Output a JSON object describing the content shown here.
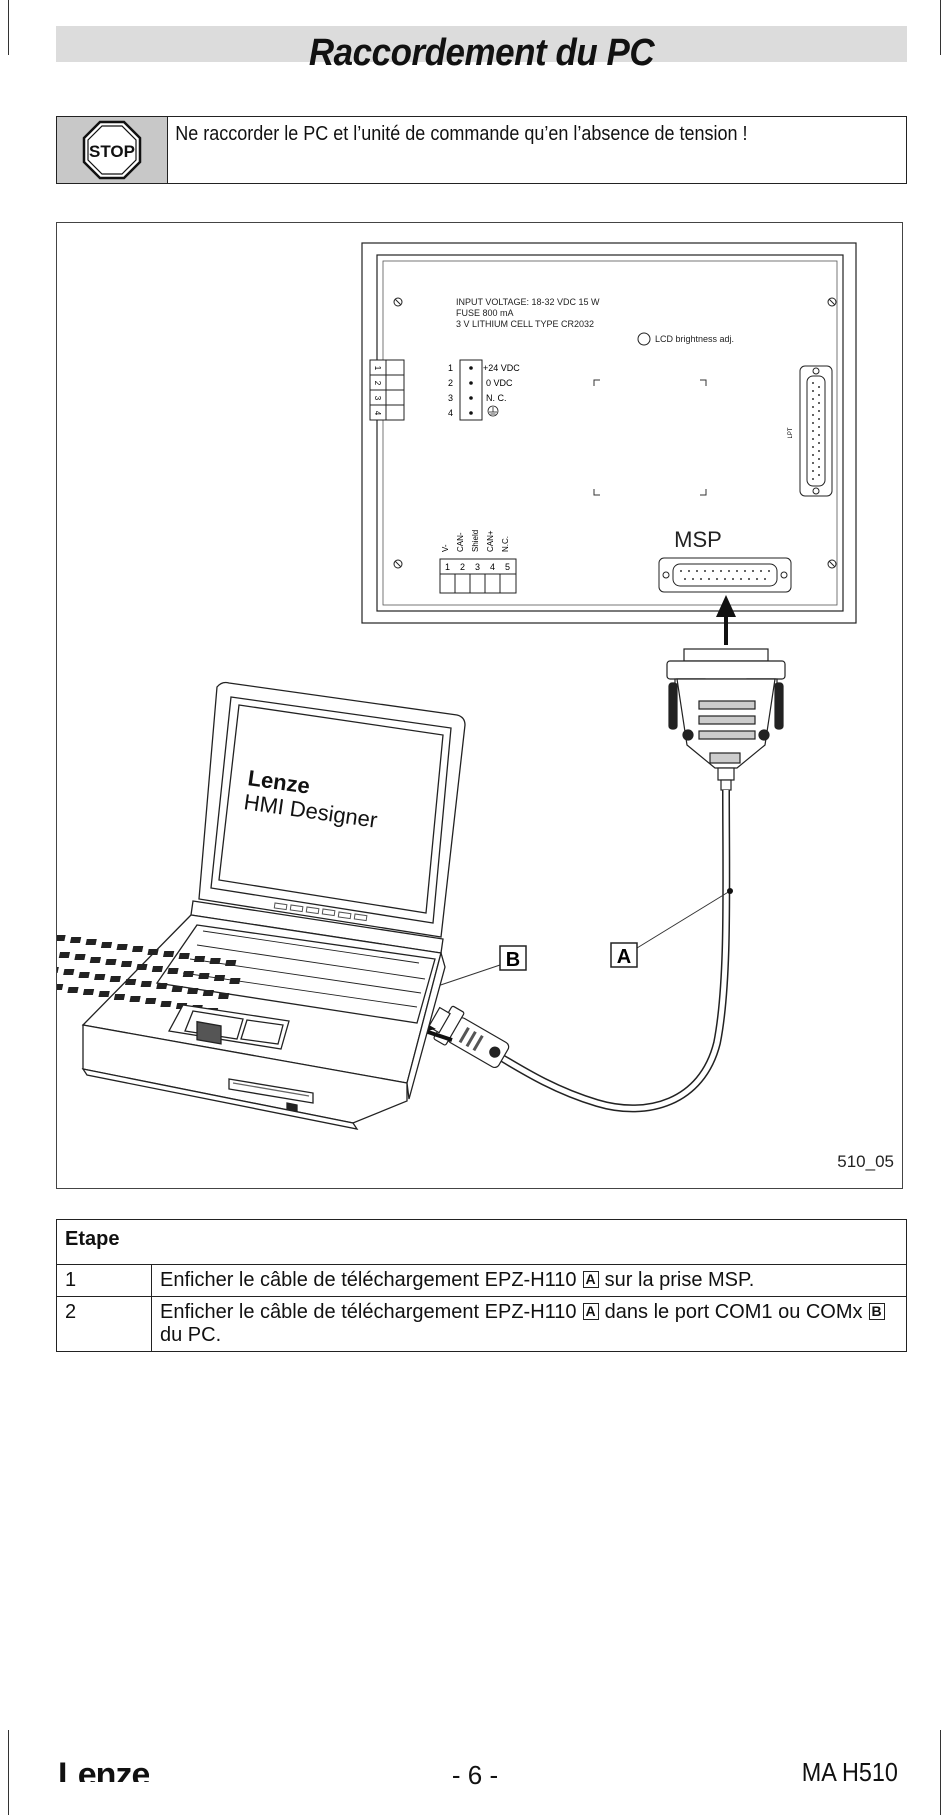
{
  "page": {
    "title": "Raccordement du PC",
    "warning": {
      "icon": "stop-sign-icon",
      "icon_text": "STOP",
      "text": "Ne raccorder le PC et l’unité de commande qu’en l’absence de tension !"
    },
    "figure": {
      "id": "510_05",
      "panel_info": [
        "INPUT VOLTAGE: 18-32 VDC  15 W",
        "FUSE 800 mA",
        "3 V  LITHIUM CELL  TYPE CR2032"
      ],
      "lcd_label": "LCD brightness adj.",
      "power_pins": [
        "1",
        "2",
        "3",
        "4"
      ],
      "power_labels": [
        "+24 VDC",
        "0 VDC",
        "N. C."
      ],
      "side_pins": [
        "1",
        "2",
        "3",
        "4"
      ],
      "can_labels": [
        "V-",
        "CAN-",
        "Shield",
        "CAN+",
        "N.C."
      ],
      "can_pins": [
        "1",
        "2",
        "3",
        "4",
        "5"
      ],
      "msp_label": "MSP",
      "lpt_label": "LPT",
      "laptop_brand": "Lenze",
      "laptop_app": "HMI Designer",
      "callout_a": "A",
      "callout_b": "B"
    },
    "steps": {
      "header": "Etape",
      "rows": [
        {
          "num": "1",
          "before": "Enficher le câble de téléchargement EPZ-H110",
          "badge": "A",
          "after": "sur la prise MSP."
        },
        {
          "num": "2",
          "before": "Enficher le câble de téléchargement EPZ-H110",
          "badge": "A",
          "middle": "dans le port COM1 ou COMx",
          "badge2": "B",
          "after": "du PC."
        }
      ]
    },
    "footer": {
      "logo": "Lenze",
      "page_number": "- 6 -",
      "doc_id": "MA H510"
    }
  }
}
